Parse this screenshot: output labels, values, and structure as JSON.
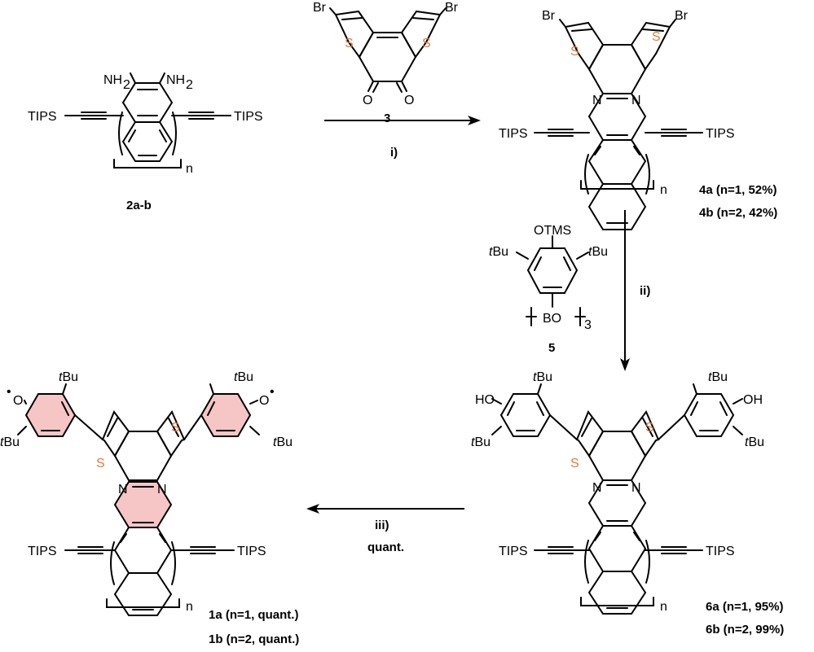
{
  "compounds": {
    "c2": {
      "label": "2a-b"
    },
    "c3": {
      "label": "3"
    },
    "c4a": {
      "label": "4a (n=1, 52%)"
    },
    "c4b": {
      "label": "4b (n=2, 42%)"
    },
    "c5": {
      "label": "5"
    },
    "c6a": {
      "label": "6a (n=1, 95%)"
    },
    "c6b": {
      "label": "6b (n=2, 99%)"
    },
    "c1a": {
      "label": "1a (n=1, quant.)"
    },
    "c1b": {
      "label": "1b (n=2, quant.)"
    }
  },
  "arrows": {
    "step1": {
      "label": "i)"
    },
    "step2": {
      "label": "ii)"
    },
    "step3": {
      "label": "iii)",
      "note": "quant."
    }
  },
  "atoms": {
    "tips": "TIPS",
    "nh2": "NH",
    "sub2": "2",
    "br": "Br",
    "s": "S",
    "n": "N",
    "o": "O",
    "otms": "OTMS",
    "t": "t",
    "bu": "Bu",
    "ho": "HO",
    "oh": "OH",
    "bo": "BO",
    "sub3": "3",
    "rep_n": "n",
    "radical": "•"
  },
  "colors": {
    "sulfur": "#e07b39",
    "radical_ring": "#f6c6c6"
  }
}
